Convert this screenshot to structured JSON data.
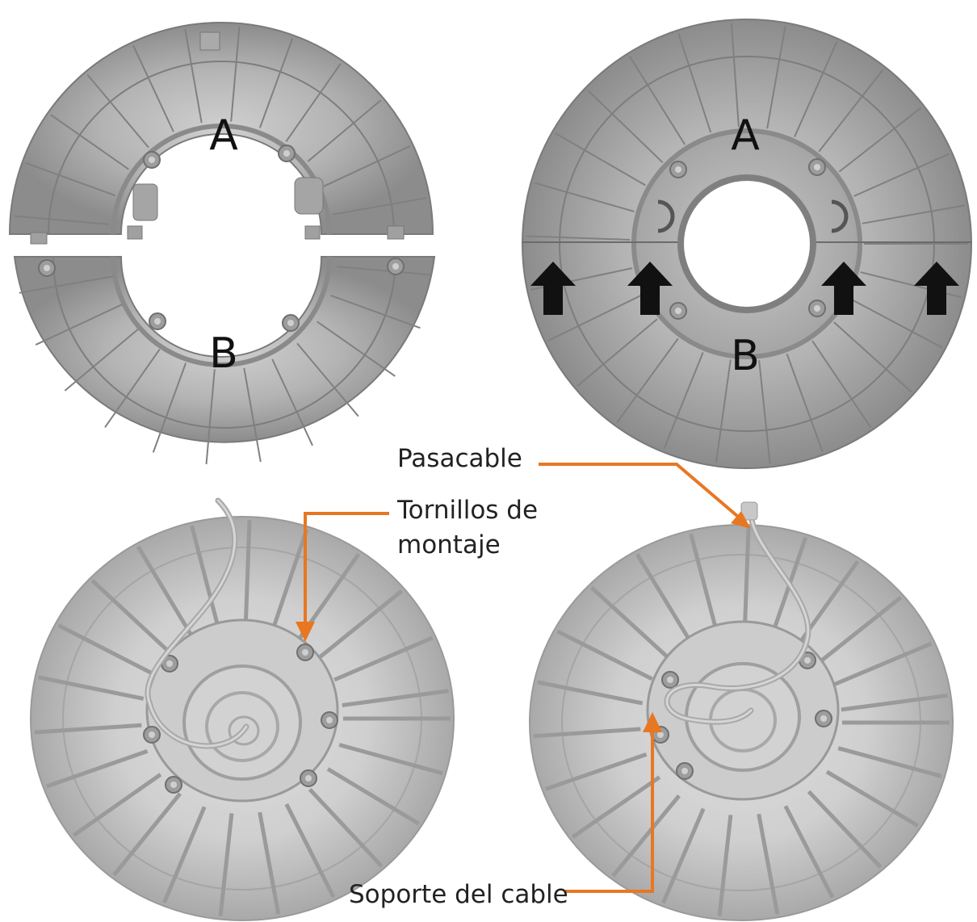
{
  "panels": {
    "top_left": {
      "label_top": "A",
      "label_bottom": "B"
    },
    "top_right": {
      "label_top": "A",
      "label_bottom": "B"
    }
  },
  "callouts": {
    "pasacable": "Pasacable",
    "tornillos_line1": "Tornillos de",
    "tornillos_line2": "montaje",
    "soporte": "Soporte del cable"
  },
  "colors": {
    "callout": "#e87722",
    "plastic": "#9a9a9a",
    "plastic_light": "#b8b8b8",
    "arrow": "#111111"
  }
}
